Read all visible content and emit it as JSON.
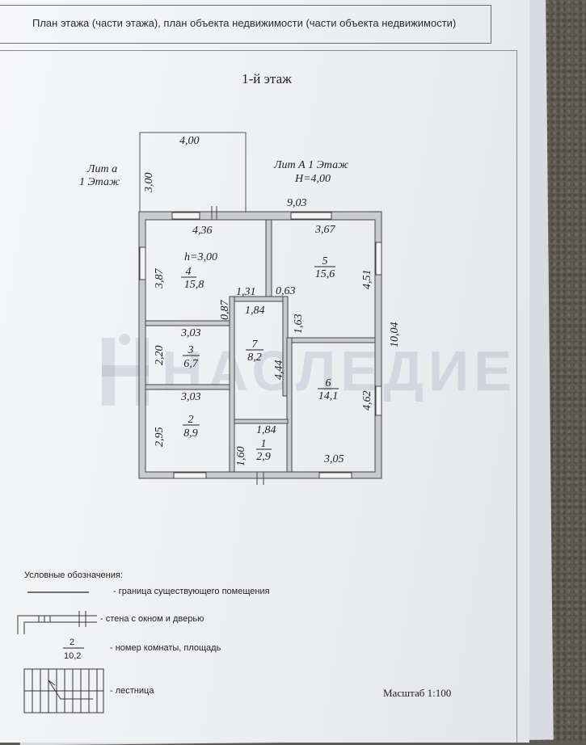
{
  "header": {
    "title": "План этажа (части этажа), план объекта недвижимости (части объекта недвижимости)"
  },
  "floor_title": "1-й этаж",
  "watermark": "НАСЛЕДИЕ",
  "plan": {
    "annex_label": "Лит а",
    "annex_floor": "1 Этаж",
    "main_label": "Лит А  1 Этаж",
    "main_height": "H=4,00",
    "dimensions": {
      "annex_width": "4,00",
      "annex_depth": "3,00",
      "total_width": "9,03",
      "total_depth": "10,04",
      "room4_width": "4,36",
      "room4_depth": "3,87",
      "room4_height": "h=3,00",
      "room5_width": "3,67",
      "room5_depth": "4,51",
      "corridor_left": "1,31",
      "corridor_right": "0,63",
      "corridor_width": "1,84",
      "corridor_offset_right": "1,63",
      "corridor_offset_left": "0,87",
      "corridor_depth": "4,44",
      "room3_width": "3,03",
      "room3_depth": "2,20",
      "room2_width": "3,03",
      "room2_depth": "2,95",
      "room1_width": "1,84",
      "room1_depth": "1,60",
      "room6_depth": "4,62",
      "room6_width": "3,05"
    },
    "rooms": [
      {
        "number": "4",
        "area": "15,8"
      },
      {
        "number": "5",
        "area": "15,6"
      },
      {
        "number": "3",
        "area": "6,7"
      },
      {
        "number": "7",
        "area": "8,2"
      },
      {
        "number": "6",
        "area": "14,1"
      },
      {
        "number": "2",
        "area": "8,9"
      },
      {
        "number": "1",
        "area": "2,9"
      }
    ]
  },
  "legend": {
    "title": "Условные обозначения:",
    "items": [
      {
        "text": "- граница существующего помещения"
      },
      {
        "text": "- стена с окном и дверью"
      },
      {
        "text": "- номер комнаты, площадь",
        "number": "2",
        "area": "10,2"
      },
      {
        "text": "- лестница"
      }
    ]
  },
  "scale": "Масштаб 1:100"
}
